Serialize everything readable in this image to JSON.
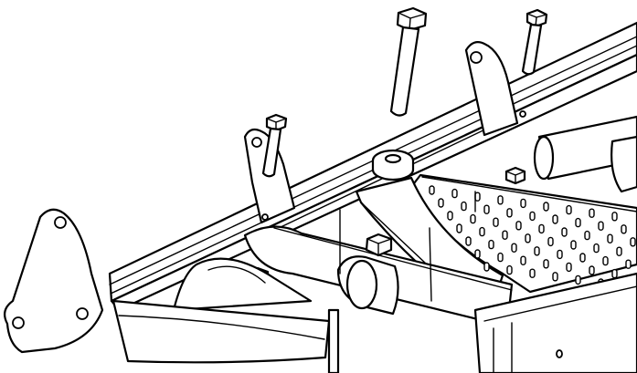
{
  "figure": {
    "kind": "mechanical-assembly-line-drawing",
    "style": "black outline on white",
    "background_color": "#ffffff",
    "line_color": "#000000",
    "parts": [
      "mounting-bracket",
      "hex-bolt",
      "hex-nut",
      "washer",
      "frame-rail",
      "cylinder-rod",
      "perforated-plate"
    ],
    "perforated_plate": {
      "slot_rows": 7,
      "slot_columns": 9
    }
  }
}
